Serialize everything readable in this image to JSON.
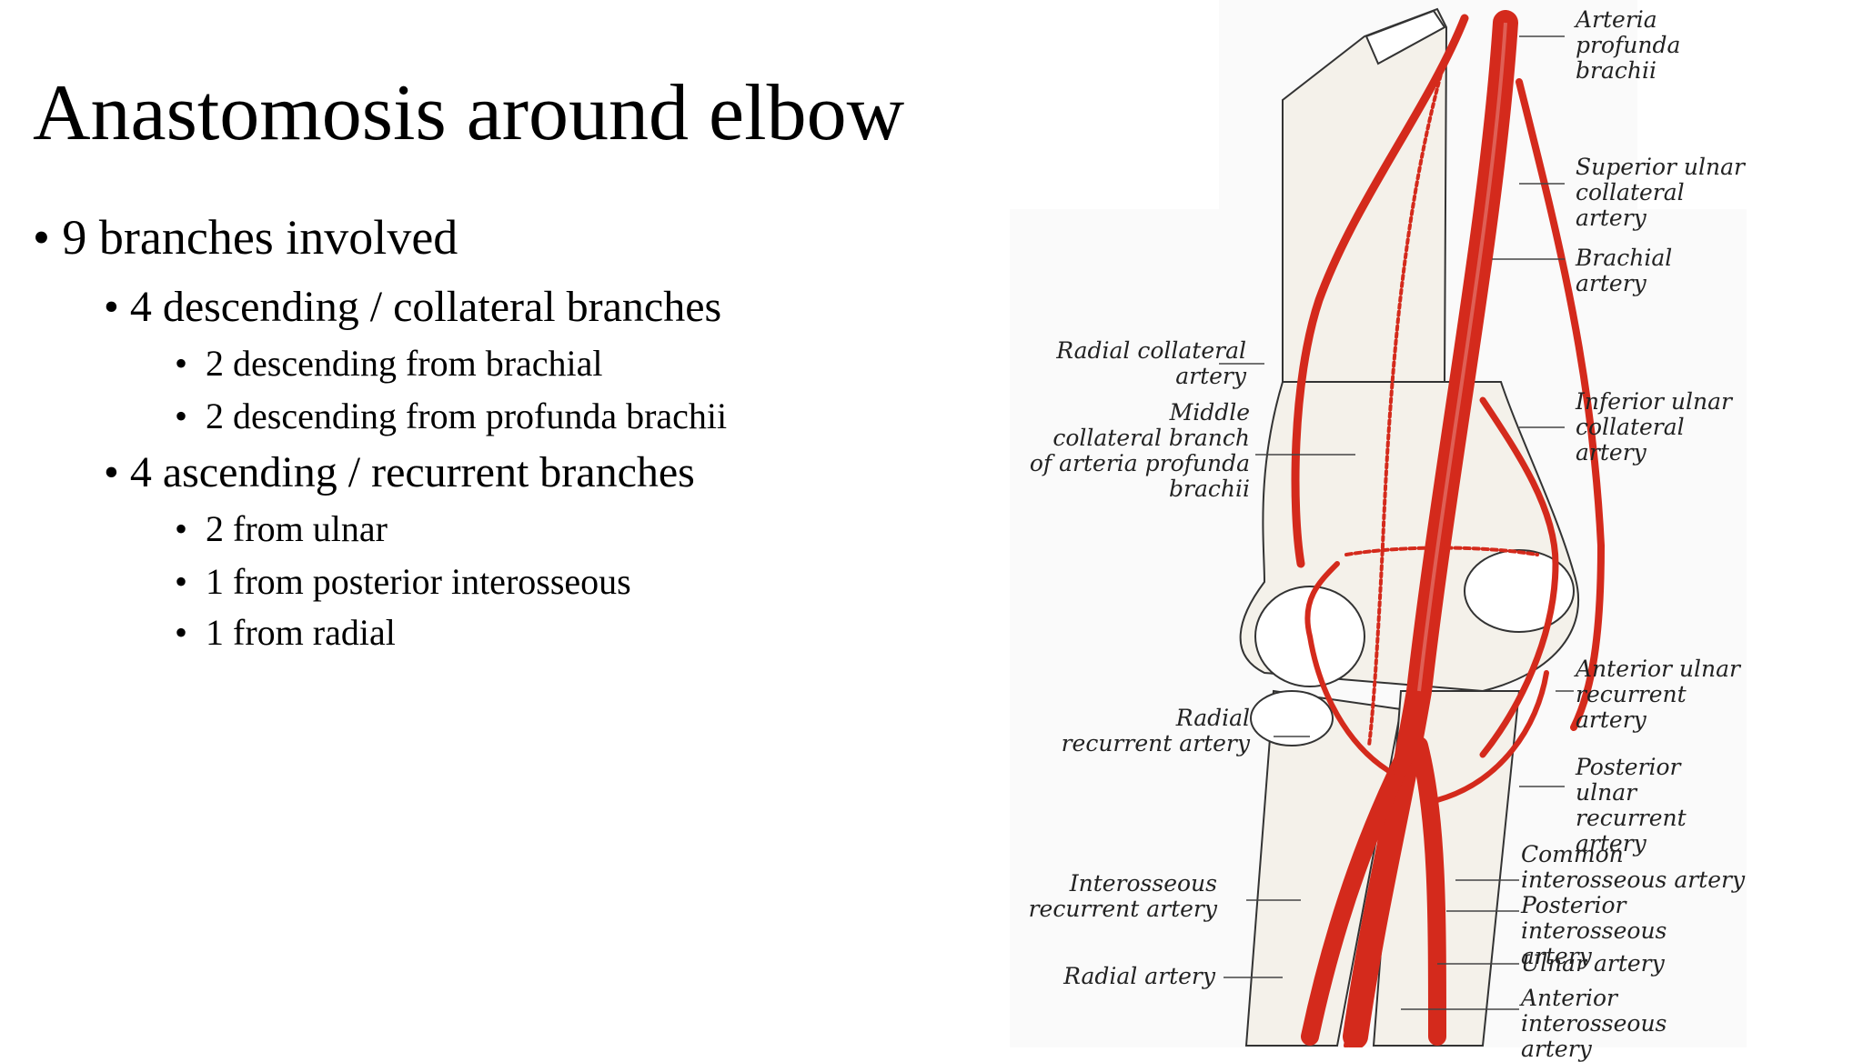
{
  "title": "Anastomosis around elbow",
  "bullets": {
    "b1": "9 branches involved",
    "b1_1": "4 descending / collateral branches",
    "b1_1_1": "2 descending from brachial",
    "b1_1_2": "2 descending from profunda brachii",
    "b1_2": "4 ascending / recurrent branches",
    "b1_2_1": "2 from ulnar",
    "b1_2_2": "1 from posterior interosseous",
    "b1_2_3": "1 from radial"
  },
  "bullet_glyph": "•",
  "figure": {
    "labels": {
      "arteria_profunda_brachii": "Arteria\nprofunda brachii",
      "superior_ulnar_collateral": "Superior ulnar\ncollateral artery",
      "brachial_artery": "Brachial artery",
      "radial_collateral": "Radial collateral\nartery",
      "middle_collateral": "Middle\ncollateral branch\nof arteria profunda\nbrachii",
      "inferior_ulnar_collateral": "Inferior ulnar\ncollateral\nartery",
      "anterior_ulnar_recurrent": "Anterior ulnar\nrecurrent artery",
      "radial_recurrent": "Radial\nrecurrent artery",
      "posterior_ulnar_recurrent": "Posterior ulnar\nrecurrent artery",
      "common_interosseous": "Common\ninterosseous artery",
      "posterior_interosseous": "Posterior interosseous\nartery",
      "interosseous_recurrent": "Interosseous\nrecurrent artery",
      "ulnar_artery": "Ulnar artery",
      "radial_artery": "Radial artery",
      "anterior_interosseous": "Anterior interosseous\nartery"
    },
    "colors": {
      "artery": "#d42a1c",
      "bone": "#f4f1ea",
      "ink": "#333333"
    }
  }
}
